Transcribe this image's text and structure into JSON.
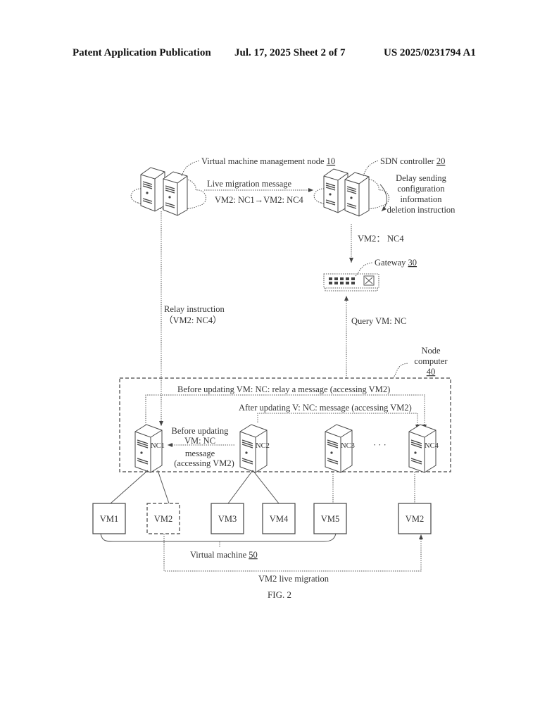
{
  "header": {
    "left": "Patent Application Publication",
    "date_sheet": "Jul. 17, 2025   Sheet 2 of 7",
    "number": "US 2025/0231794 A1"
  },
  "diagram": {
    "vm_mgmt_node": {
      "label": "Virtual machine management node ",
      "ref": "10"
    },
    "sdn_controller": {
      "label": "SDN controller ",
      "ref": "20"
    },
    "live_migration_msg": {
      "line1": "Live migration message",
      "line2": "VM2: NC1→VM2: NC4"
    },
    "delay_note": [
      "Delay sending",
      "configuration",
      "information",
      "deletion instruction"
    ],
    "sdn_to_gateway": "VM2： NC4",
    "gateway": {
      "label": "Gateway ",
      "ref": "30"
    },
    "relay_instruction": {
      "line1": "Relay instruction",
      "line2": "（VM2: NC4）"
    },
    "query": "Query VM: NC",
    "node_computer": {
      "line1": "Node",
      "line2": "computer",
      "ref": "40"
    },
    "before_relay": "Before updating VM: NC: relay a message (accessing VM2)",
    "after_update": "After updating V: NC: message (accessing VM2)",
    "before_msg": [
      "Before updating",
      "VM: NC",
      "message",
      "(accessing VM2)"
    ],
    "ncs": [
      "NC1",
      "NC2",
      "NC3",
      "NC4"
    ],
    "ellipsis": "· · ·",
    "vms": [
      "VM1",
      "VM2",
      "VM3",
      "VM4",
      "VM5",
      "VM2"
    ],
    "vm_group": {
      "label": "Virtual machine ",
      "ref": "50"
    },
    "migration": "VM2 live migration",
    "fig": "FIG. 2"
  }
}
